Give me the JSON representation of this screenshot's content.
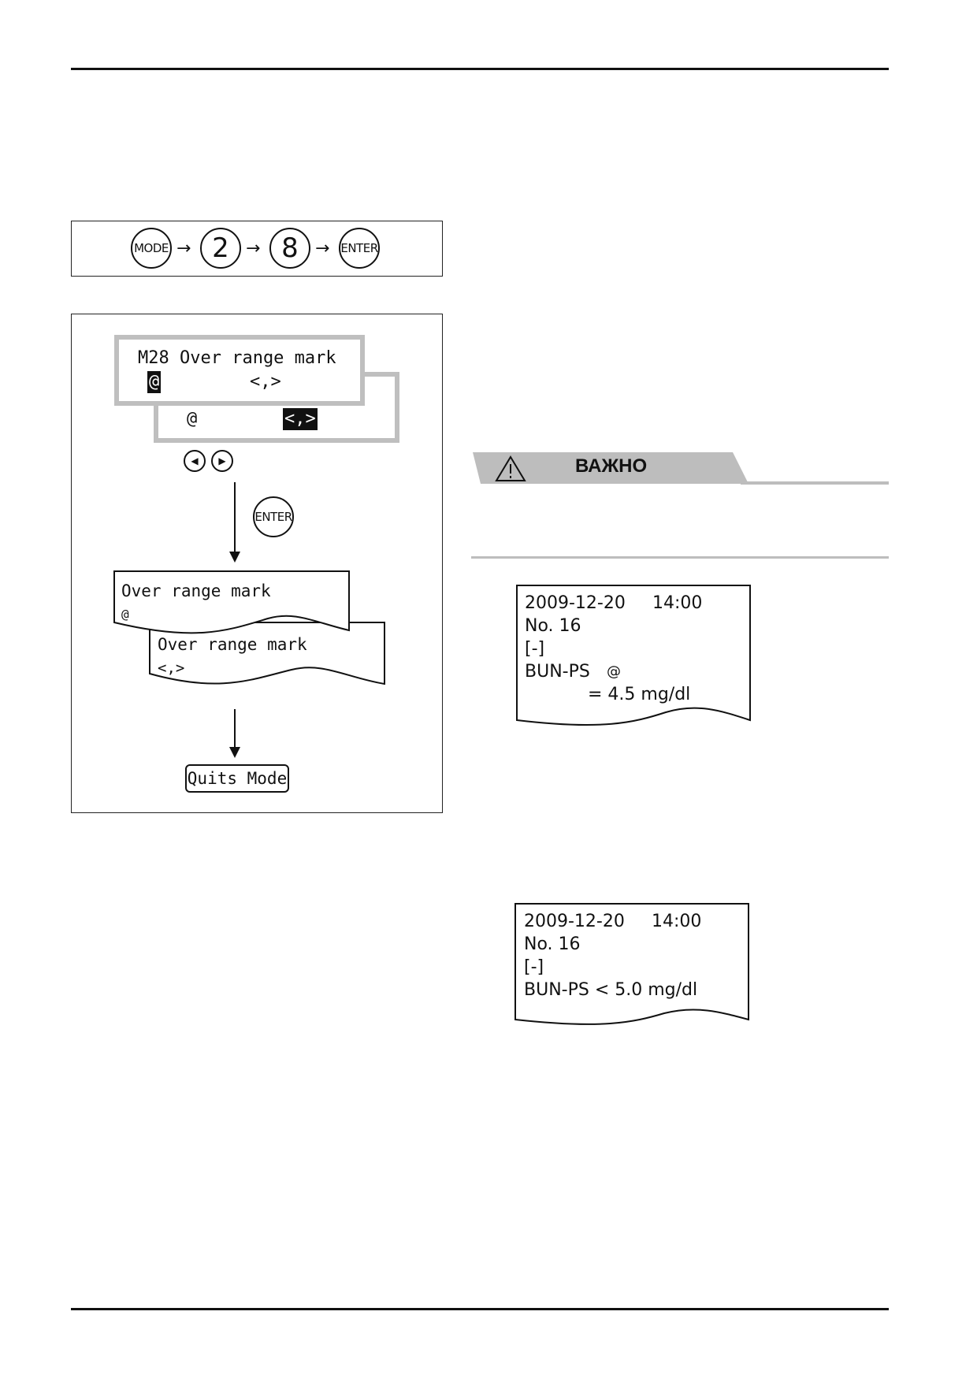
{
  "keySequence": {
    "keys": [
      "MODE",
      "2",
      "8",
      "ENTER"
    ],
    "arrow": "→"
  },
  "flow": {
    "lcdFront": {
      "line1": "M28 Over range mark",
      "optionA": "@",
      "optionB": "<,>"
    },
    "lcdBack": {
      "optionA": "@",
      "optionB": "<,>"
    },
    "navKeys": [
      "◀",
      "▶"
    ],
    "enterKey": "ENTER",
    "printFront": {
      "title": "Over range mark",
      "value": "@"
    },
    "printBack": {
      "title": "Over range mark",
      "value": "<,>"
    },
    "quitsLabel": "Quits Mode"
  },
  "warning": {
    "title": "ВАЖНО",
    "icon": "warning-triangle-icon"
  },
  "printout1": {
    "date": "2009-12-20",
    "time": "14:00",
    "number": "No. 16",
    "bracket": "[-]",
    "test": "BUN-PS",
    "mark": "@",
    "result": "= 4.5 mg/dl"
  },
  "printout2": {
    "date": "2009-12-20",
    "time": "14:00",
    "number": "No. 16",
    "bracket": "[-]",
    "result": "BUN-PS < 5.0 mg/dl"
  }
}
